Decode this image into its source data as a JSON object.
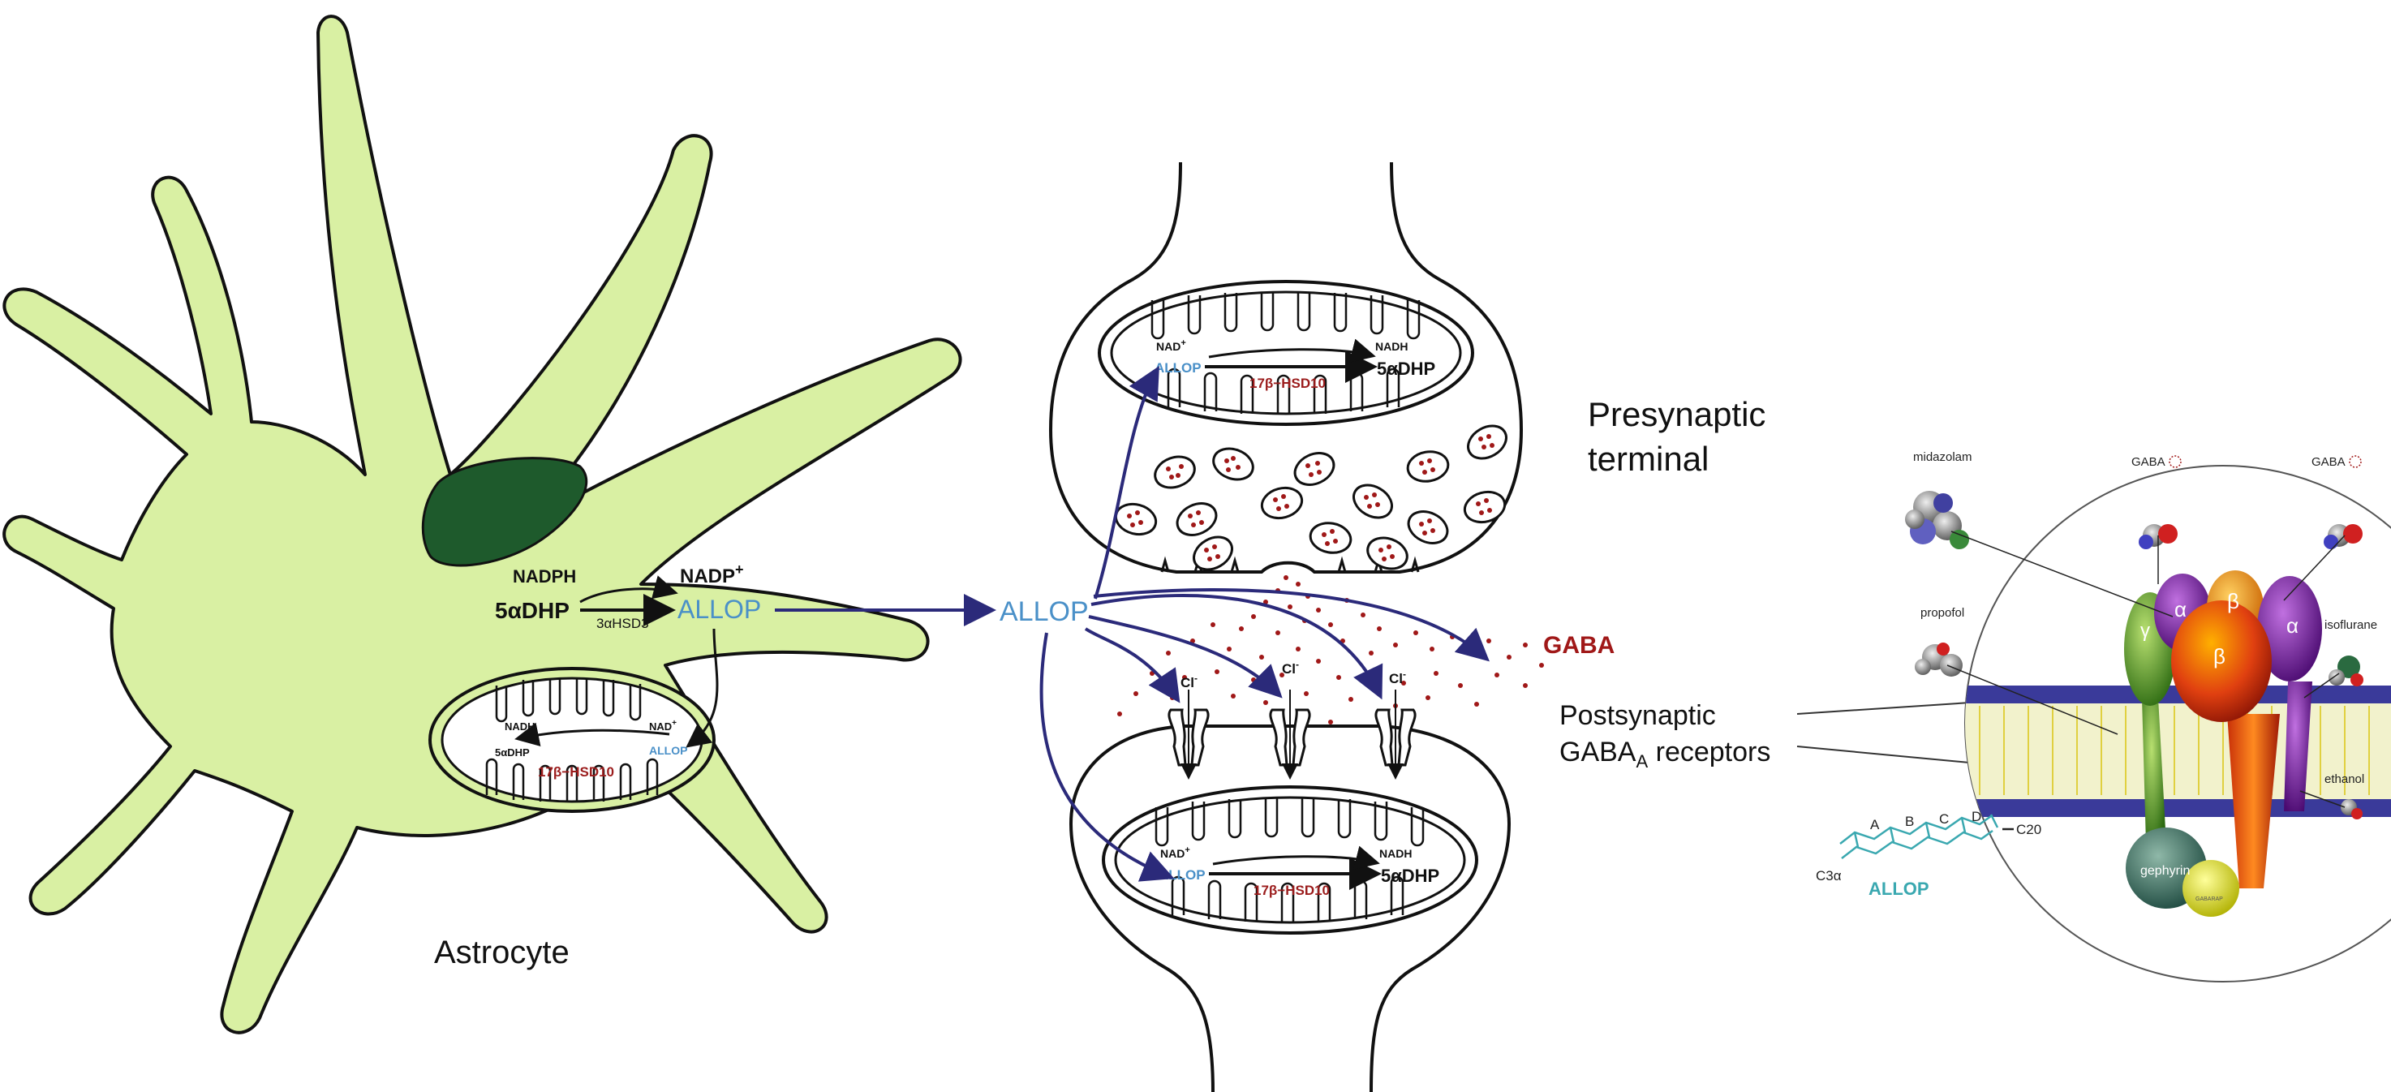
{
  "labels": {
    "astrocyte": "Astrocyte",
    "presynaptic_line1": "Presynaptic",
    "presynaptic_line2": "terminal",
    "gaba": "GABA",
    "postsynaptic_line1": "Postsynaptic",
    "postsynaptic_line2_main": "GABA",
    "postsynaptic_line2_sub": "A",
    "postsynaptic_line2_rest": " receptors",
    "allop_main": "ALLOP",
    "allop_center": "ALLOP"
  },
  "astro_reaction": {
    "nadph": "NADPH",
    "nadp": "NADP",
    "nadp_sup": "+",
    "substrate": "5αDHP",
    "enzyme": "3αHSD3",
    "product": "ALLOP"
  },
  "astro_mito": {
    "nadh": "NADH",
    "nad": "NAD",
    "nad_sup": "+",
    "product": "5αDHP",
    "allop": "ALLOP",
    "enzyme": "17β−HSD10"
  },
  "pre_mito": {
    "nad": "NAD",
    "nad_sup": "+",
    "nadh": "NADH",
    "allop": "ALLOP",
    "enzyme": "17β−HSD10",
    "product": "5αDHP"
  },
  "post_mito": {
    "nad": "NAD",
    "nad_sup": "+",
    "nadh": "NADH",
    "allop": "ALLOP",
    "enzyme": "17β−HSD10",
    "product": "5αDHP"
  },
  "channels": {
    "ion": "Cl",
    "ion_sup": "-"
  },
  "receptor": {
    "midazolam": "midazolam",
    "gaba_1": "GABA",
    "gaba_2": "GABA",
    "propofol": "propofol",
    "isoflurane": "isoflurane",
    "ethanol": "ethanol",
    "alpha_1": "α",
    "beta_1": "β",
    "gamma": "γ",
    "beta_2": "β",
    "alpha_2": "α",
    "gephyrin": "gephyrin",
    "gabarap": "GABARAP"
  },
  "steroid": {
    "ring_a": "A",
    "ring_b": "B",
    "ring_c": "C",
    "ring_d": "D",
    "c20": "C20",
    "c3a": "C3α",
    "name": "ALLOP"
  },
  "colors": {
    "astrocyte_fill": "#d9f0a3",
    "nucleus": "#1e5a2c",
    "allop_blue": "#4a90c8",
    "enzyme_red": "#9b1c1c",
    "gaba_red": "#a01818",
    "arrow_navy": "#2b2a7a"
  }
}
